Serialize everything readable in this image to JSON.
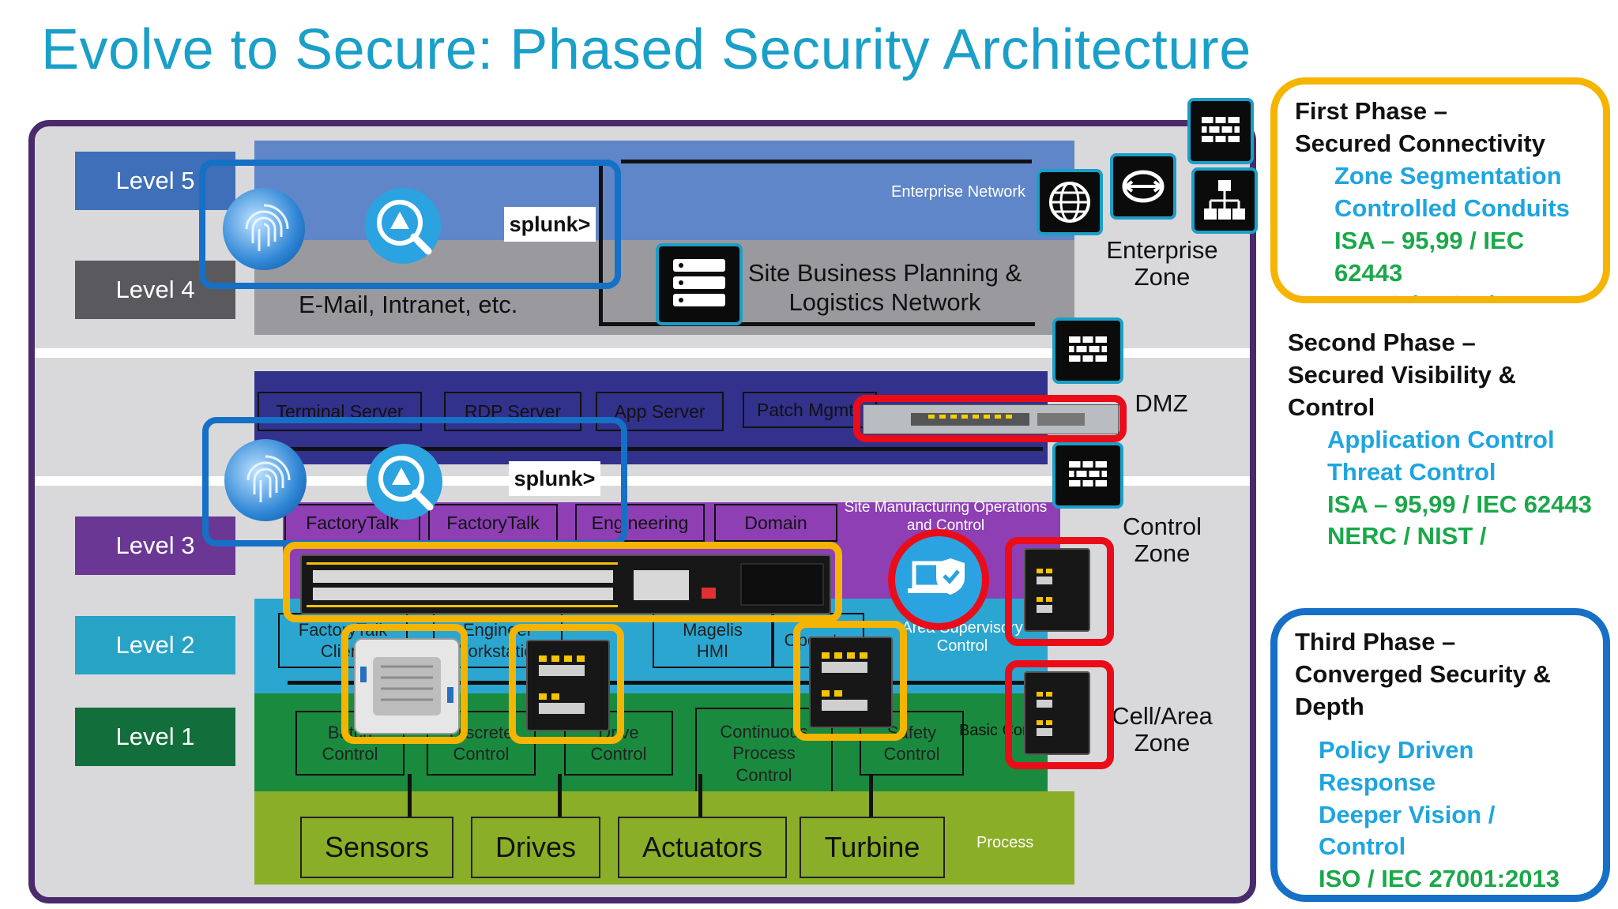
{
  "title": "Evolve to Secure: Phased Security Architecture",
  "levels": {
    "l5": "Level 5",
    "l4": "Level 4",
    "l3": "Level 3",
    "l2": "Level 2",
    "l1": "Level 1"
  },
  "enterprise": {
    "network_label": "Enterprise Network",
    "email_label": "E-Mail,  Intranet,  etc.",
    "site_business": "Site Business Planning &\nLogistics Network"
  },
  "zones": {
    "enterprise": "Enterprise\nZone",
    "dmz": "DMZ",
    "control": "Control\nZone",
    "cell_area": "Cell/Area\nZone"
  },
  "dmz_servers": [
    "Terminal Server",
    "RDP Server",
    "App Server",
    "Patch Mgmt"
  ],
  "level3_items": [
    "FactoryTalk",
    "FactoryTalk",
    "Engineering",
    "Domain"
  ],
  "site_manufacturing": "Site Manufacturing Operations\nand Control",
  "level2_items": [
    "FactoryTalk\nClient",
    "Engineer\nWorkstation",
    "Magelis\nHMI",
    "Operator"
  ],
  "area_supervisory": "Area Supervisory\nControl",
  "level1_items": {
    "batch": "Batch\nControl",
    "discrete": "Discrete\nControl",
    "drive": "Drive\nControl",
    "continuous": "Continuous\nProcess\nControl",
    "safety": "Safety\nControl",
    "basic": "Basic Control"
  },
  "devices": [
    "Sensors",
    "Drives",
    "Actuators",
    "Turbine"
  ],
  "process_label": "Process",
  "splunk_label": "splunk>",
  "phases": [
    {
      "heading": "First Phase –\nSecured Connectivity",
      "color": "#f5b400",
      "items": [
        "Zone Segmentation",
        "Controlled Conduits",
        "ISA – 95,99  / IEC 62443",
        "NERC / NIST /"
      ]
    },
    {
      "heading": "Second Phase –\nSecured Visibility  &\nControl",
      "color": "#ea0c18",
      "items": [
        "Application  Control",
        "Threat Control",
        "ISA – 95,99  / IEC 62443",
        "NERC / NIST /"
      ]
    },
    {
      "heading": "Third Phase –\nConverged Security &\nDepth",
      "color": "#1570c6",
      "items": [
        "Policy Driven Response",
        "Deeper Vision / Control",
        "ISO / IEC 27001:2013"
      ]
    }
  ],
  "colors": {
    "title": "#1a9fc8",
    "phase_blue_text": "#1ea5e0",
    "phase_green_text": "#1aa84a",
    "level5": "#3e6fb8",
    "level4": "#5a5a5e",
    "level3": "#6a3795",
    "level2": "#27a3c6",
    "level1": "#126f3b"
  }
}
